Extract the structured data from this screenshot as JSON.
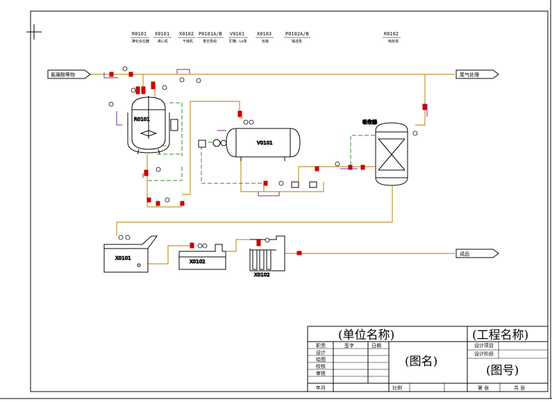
{
  "equipment_legend": [
    {
      "tag": "R0101",
      "desc": "磺化反应器"
    },
    {
      "tag": "X0101",
      "desc": "离心机"
    },
    {
      "tag": "X0102",
      "desc": "干燥机"
    },
    {
      "tag": "P0101A/B",
      "desc": "真空泵组"
    },
    {
      "tag": "V0101",
      "desc": "贮罐、Lo泵"
    },
    {
      "tag": "X0103",
      "desc": "包装"
    },
    {
      "tag": "P0102A/B",
      "desc": "输送泵"
    },
    {
      "tag": "R0102",
      "desc": "吸收塔"
    }
  ],
  "streams": {
    "feed_in": "氯磺酸等物",
    "tail_gas": "尾气处理",
    "product": "成品"
  },
  "units": {
    "reactor": "R0101",
    "tank": "V0101",
    "column": "R0102",
    "column_note": "吸收器",
    "centrifuge": "X0101",
    "dryer": "X0102",
    "packer": "X0102"
  },
  "title_block": {
    "unit_name": "(单位名称)",
    "project_name": "(工程名称)",
    "drawing_name": "(图名)",
    "drawing_no": "(图号)",
    "headers": {
      "role": "职责",
      "sign": "签字",
      "date": "日期"
    },
    "roles": [
      "设计",
      "绘图",
      "校核",
      "审核"
    ],
    "year_label": "年月",
    "scale_label": "比例",
    "project_item": "设计项目",
    "project_stage": "设计阶段",
    "sheet_label": "第 张",
    "total_label": "共 张"
  },
  "colors": {
    "process_line": "#c8922a",
    "utility_line": "#2e8b2e",
    "valve": "#cc0000",
    "instrument": "#6a2d8a",
    "frame": "#000000"
  }
}
